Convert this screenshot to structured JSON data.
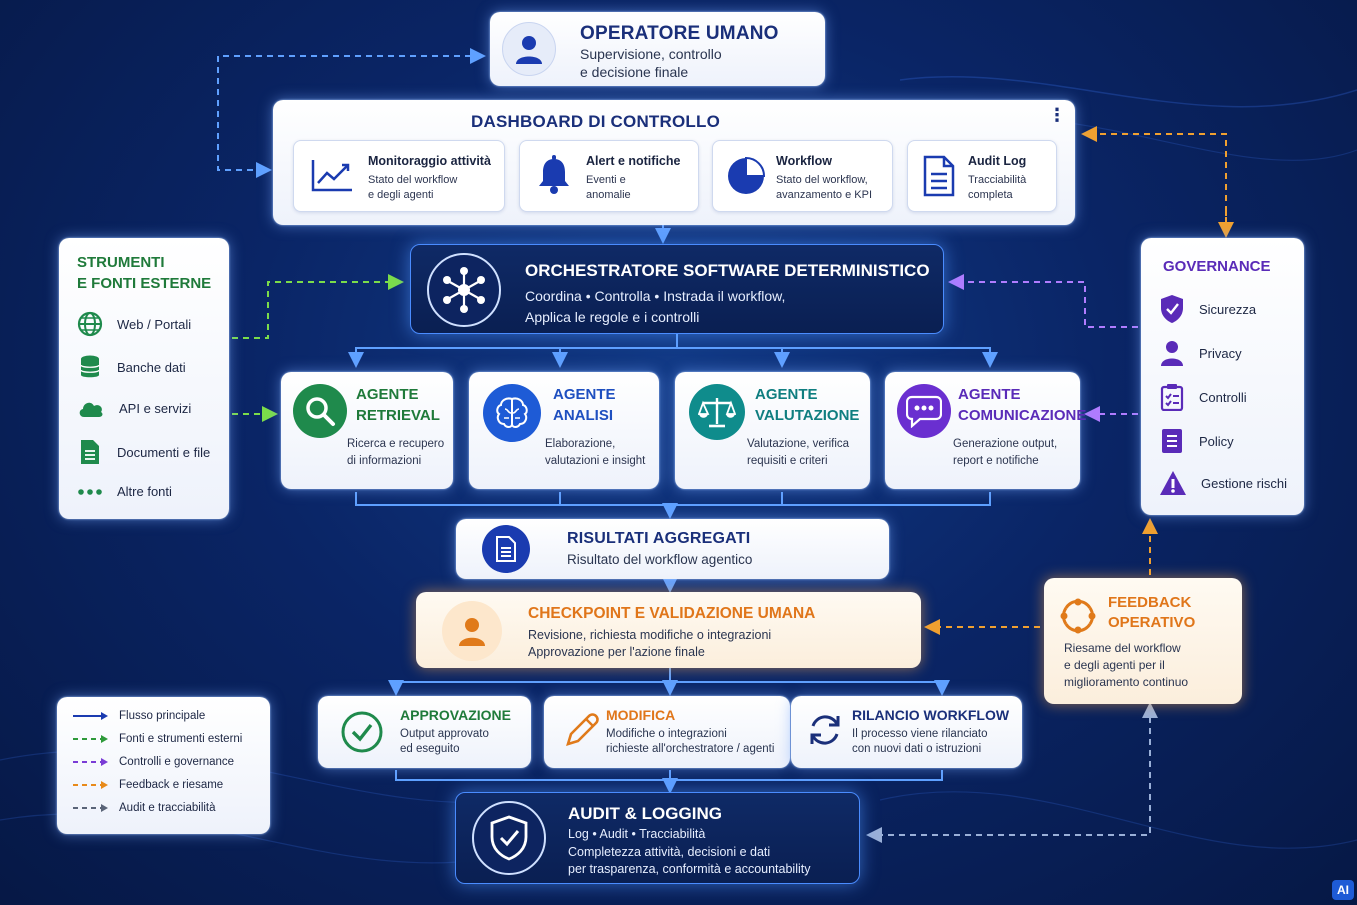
{
  "operator": {
    "title": "OPERATORE UMANO",
    "line1": "Supervisione, controllo",
    "line2": "e decisione finale"
  },
  "dashboard": {
    "title": "DASHBOARD DI CONTROLLO",
    "items": [
      {
        "title": "Monitoraggio attività",
        "line1": "Stato del workflow",
        "line2": "e degli agenti"
      },
      {
        "title": "Alert e notifiche",
        "line1": "Eventi e",
        "line2": "anomalie"
      },
      {
        "title": "Workflow",
        "line1": "Stato del workflow,",
        "line2": "avanzamento e KPI"
      },
      {
        "title": "Audit Log",
        "line1": "Tracciabilità",
        "line2": "completa"
      }
    ]
  },
  "orchestrator": {
    "title": "ORCHESTRATORE SOFTWARE DETERMINISTICO",
    "line1": "Coordina • Controlla • Instrada il workflow,",
    "line2": "Applica le regole e i controlli"
  },
  "tools": {
    "title1": "STRUMENTI",
    "title2": "E FONTI ESTERNE",
    "items": [
      "Web / Portali",
      "Banche dati",
      "API e servizi",
      "Documenti e file",
      "Altre fonti"
    ]
  },
  "governance": {
    "title": "GOVERNANCE",
    "items": [
      "Sicurezza",
      "Privacy",
      "Controlli",
      "Policy",
      "Gestione rischi"
    ]
  },
  "agents": [
    {
      "t1": "AGENTE",
      "t2": "RETRIEVAL",
      "d1": "Ricerca e recupero",
      "d2": "di informazioni",
      "color": "#1f8a4c"
    },
    {
      "t1": "AGENTE",
      "t2": "ANALISI",
      "d1": "Elaborazione,",
      "d2": "valutazioni e insight",
      "color": "#1e5bd6"
    },
    {
      "t1": "AGENTE",
      "t2": "VALUTAZIONE",
      "d1": "Valutazione, verifica",
      "d2": "requisiti e criteri",
      "color": "#0f8c8c"
    },
    {
      "t1": "AGENTE",
      "t2": "COMUNICAZIONE",
      "d1": "Generazione output,",
      "d2": "report e notifiche",
      "color": "#6a2fd0"
    }
  ],
  "results": {
    "title": "RISULTATI AGGREGATI",
    "line1": "Risultato del workflow agentico"
  },
  "checkpoint": {
    "title": "CHECKPOINT E VALIDAZIONE UMANA",
    "line1": "Revisione, richiesta modifiche o integrazioni",
    "line2": "Approvazione per l'azione finale"
  },
  "feedback": {
    "t1": "FEEDBACK",
    "t2": "OPERATIVO",
    "line1": "Riesame del workflow",
    "line2": "e degli agenti per il",
    "line3": "miglioramento continuo"
  },
  "outcomes": [
    {
      "title": "APPROVAZIONE",
      "line1": "Output approvato",
      "line2": "ed eseguito",
      "color": "#1f8a4c"
    },
    {
      "title": "MODIFICA",
      "line1": "Modifiche o integrazioni",
      "line2": "richieste all'orchestratore / agenti",
      "color": "#e07a1a"
    },
    {
      "title": "RILANCIO WORKFLOW",
      "line1": "Il processo viene rilanciato",
      "line2": "con nuovi dati o istruzioni",
      "color": "#1a2f7a"
    }
  ],
  "audit": {
    "title": "AUDIT & LOGGING",
    "line1": "Log • Audit • Tracciabilità",
    "line2": "Completezza attività, decisioni e dati",
    "line3": "per trasparenza, conformità e accountability"
  },
  "legend": {
    "items": [
      {
        "label": "Flusso principale",
        "color": "#1a3bb0",
        "dash": "none"
      },
      {
        "label": "Fonti e strumenti esterni",
        "color": "#2e9a3a",
        "dash": "5 4"
      },
      {
        "label": "Controlli e governance",
        "color": "#7a3cd6",
        "dash": "5 4"
      },
      {
        "label": "Feedback e riesame",
        "color": "#e88a1a",
        "dash": "5 4"
      },
      {
        "label": "Audit e tracciabilità",
        "color": "#5a6478",
        "dash": "5 4"
      }
    ]
  },
  "badge": "AI"
}
